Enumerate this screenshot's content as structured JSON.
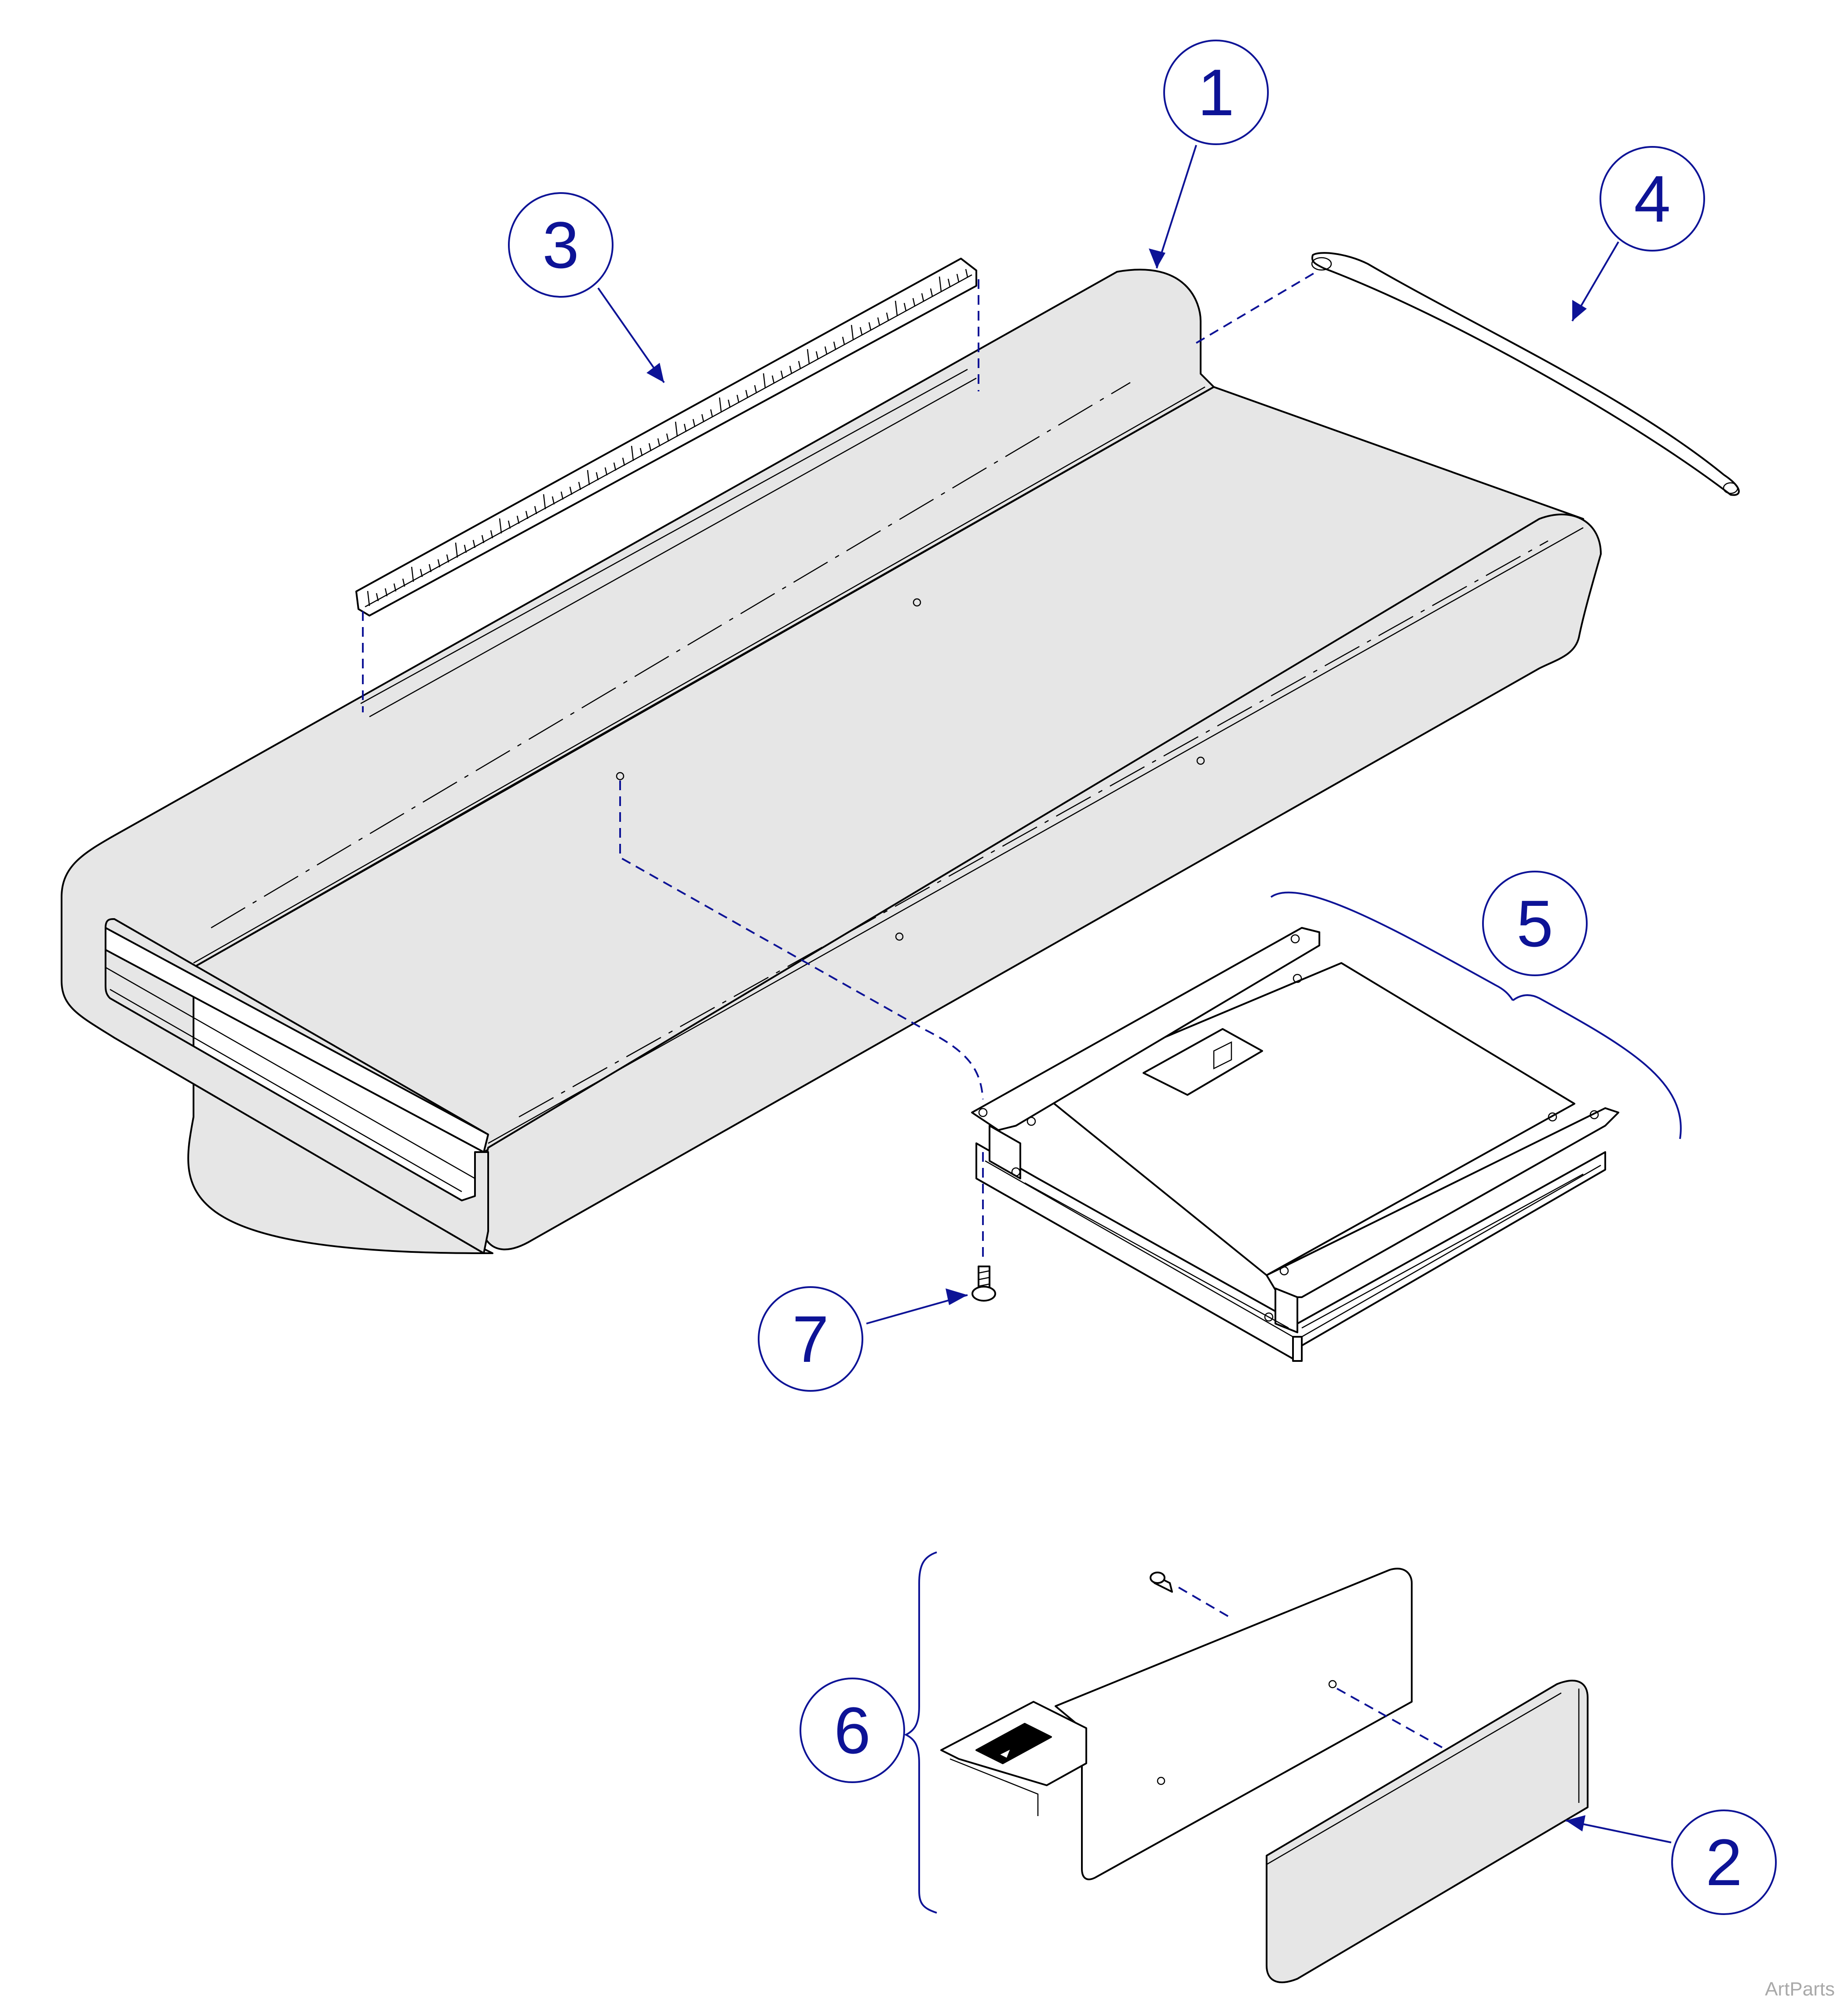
{
  "callouts": [
    {
      "id": "1",
      "label": "1"
    },
    {
      "id": "2",
      "label": "2"
    },
    {
      "id": "3",
      "label": "3"
    },
    {
      "id": "4",
      "label": "4"
    },
    {
      "id": "5",
      "label": "5"
    },
    {
      "id": "6",
      "label": "6"
    },
    {
      "id": "7",
      "label": "7"
    }
  ],
  "watermark": "ArtParts",
  "colors": {
    "callout": "#0d1396",
    "part_fill": "#e6e6e6",
    "line": "#000000"
  }
}
